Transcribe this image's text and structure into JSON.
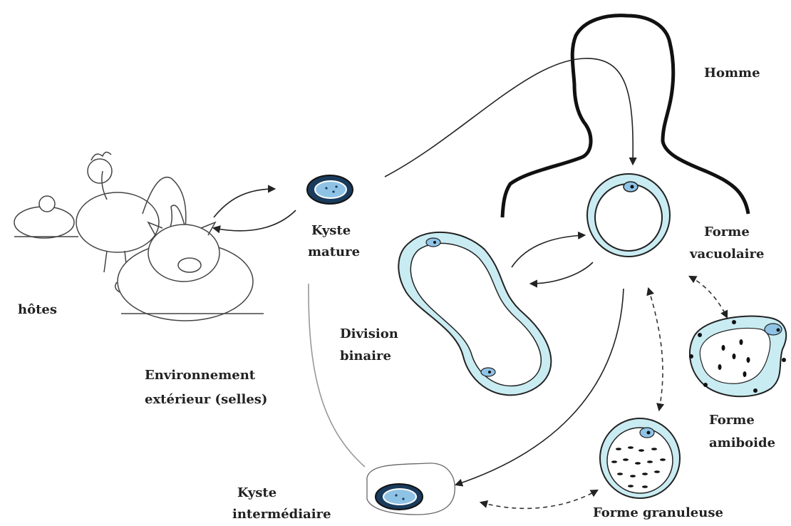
{
  "labels": {
    "homme": "Homme",
    "kyste_mature_1": "Kyste",
    "kyste_mature_2": "mature",
    "hotes": "hôtes",
    "forme_vacuolaire_1": "Forme",
    "forme_vacuolaire_2": "vacuolaire",
    "division_binaire_1": "Division",
    "division_binaire_2": "binaire",
    "environnement_1": "Environnement",
    "environnement_2": "extérieur (selles)",
    "forme_amiboide_1": "Forme",
    "forme_amiboide_2": "amiboide",
    "kyste_intermediaire_1": "Kyste",
    "kyste_intermediaire_2": "intermédiaire",
    "forme_granuleuse": "Forme granuleuse"
  },
  "colors": {
    "cell_fill": "#c9ecf2",
    "nucleus": "#8fc3e6",
    "ink": "#222222",
    "cyst_outer": "#1a3b5c"
  }
}
